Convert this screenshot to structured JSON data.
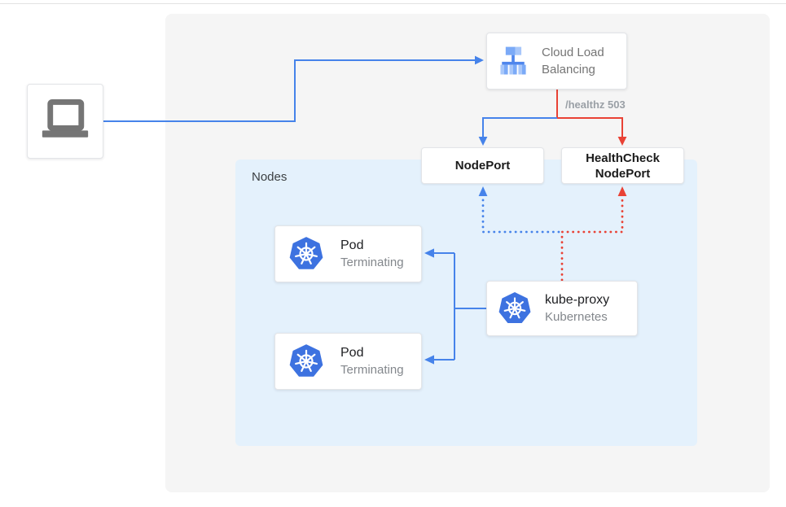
{
  "colors": {
    "arrow_blue": "#4683ea",
    "arrow_red": "#e94235",
    "nodes_bg": "#e4f1fc",
    "panel_bg": "#f5f5f5",
    "k8s_blue": "#3d72e0",
    "icon_gray": "#757575",
    "lb_dark": "#4f86ec",
    "lb_mid": "#7baaf7",
    "lb_light": "#a8c7fa"
  },
  "edge_labels": {
    "healthz": "/healthz 503"
  },
  "boxes": {
    "cloud_lb": {
      "title": "Cloud Load Balancing"
    },
    "nodeport": {
      "label": "NodePort"
    },
    "healthcheck_nodeport": {
      "label": "HealthCheck NodePort"
    },
    "nodes_group": {
      "label": "Nodes"
    },
    "pod1": {
      "title": "Pod",
      "subtitle": "Terminating"
    },
    "pod2": {
      "title": "Pod",
      "subtitle": "Terminating"
    },
    "kube_proxy": {
      "title": "kube-proxy",
      "subtitle": "Kubernetes"
    }
  }
}
